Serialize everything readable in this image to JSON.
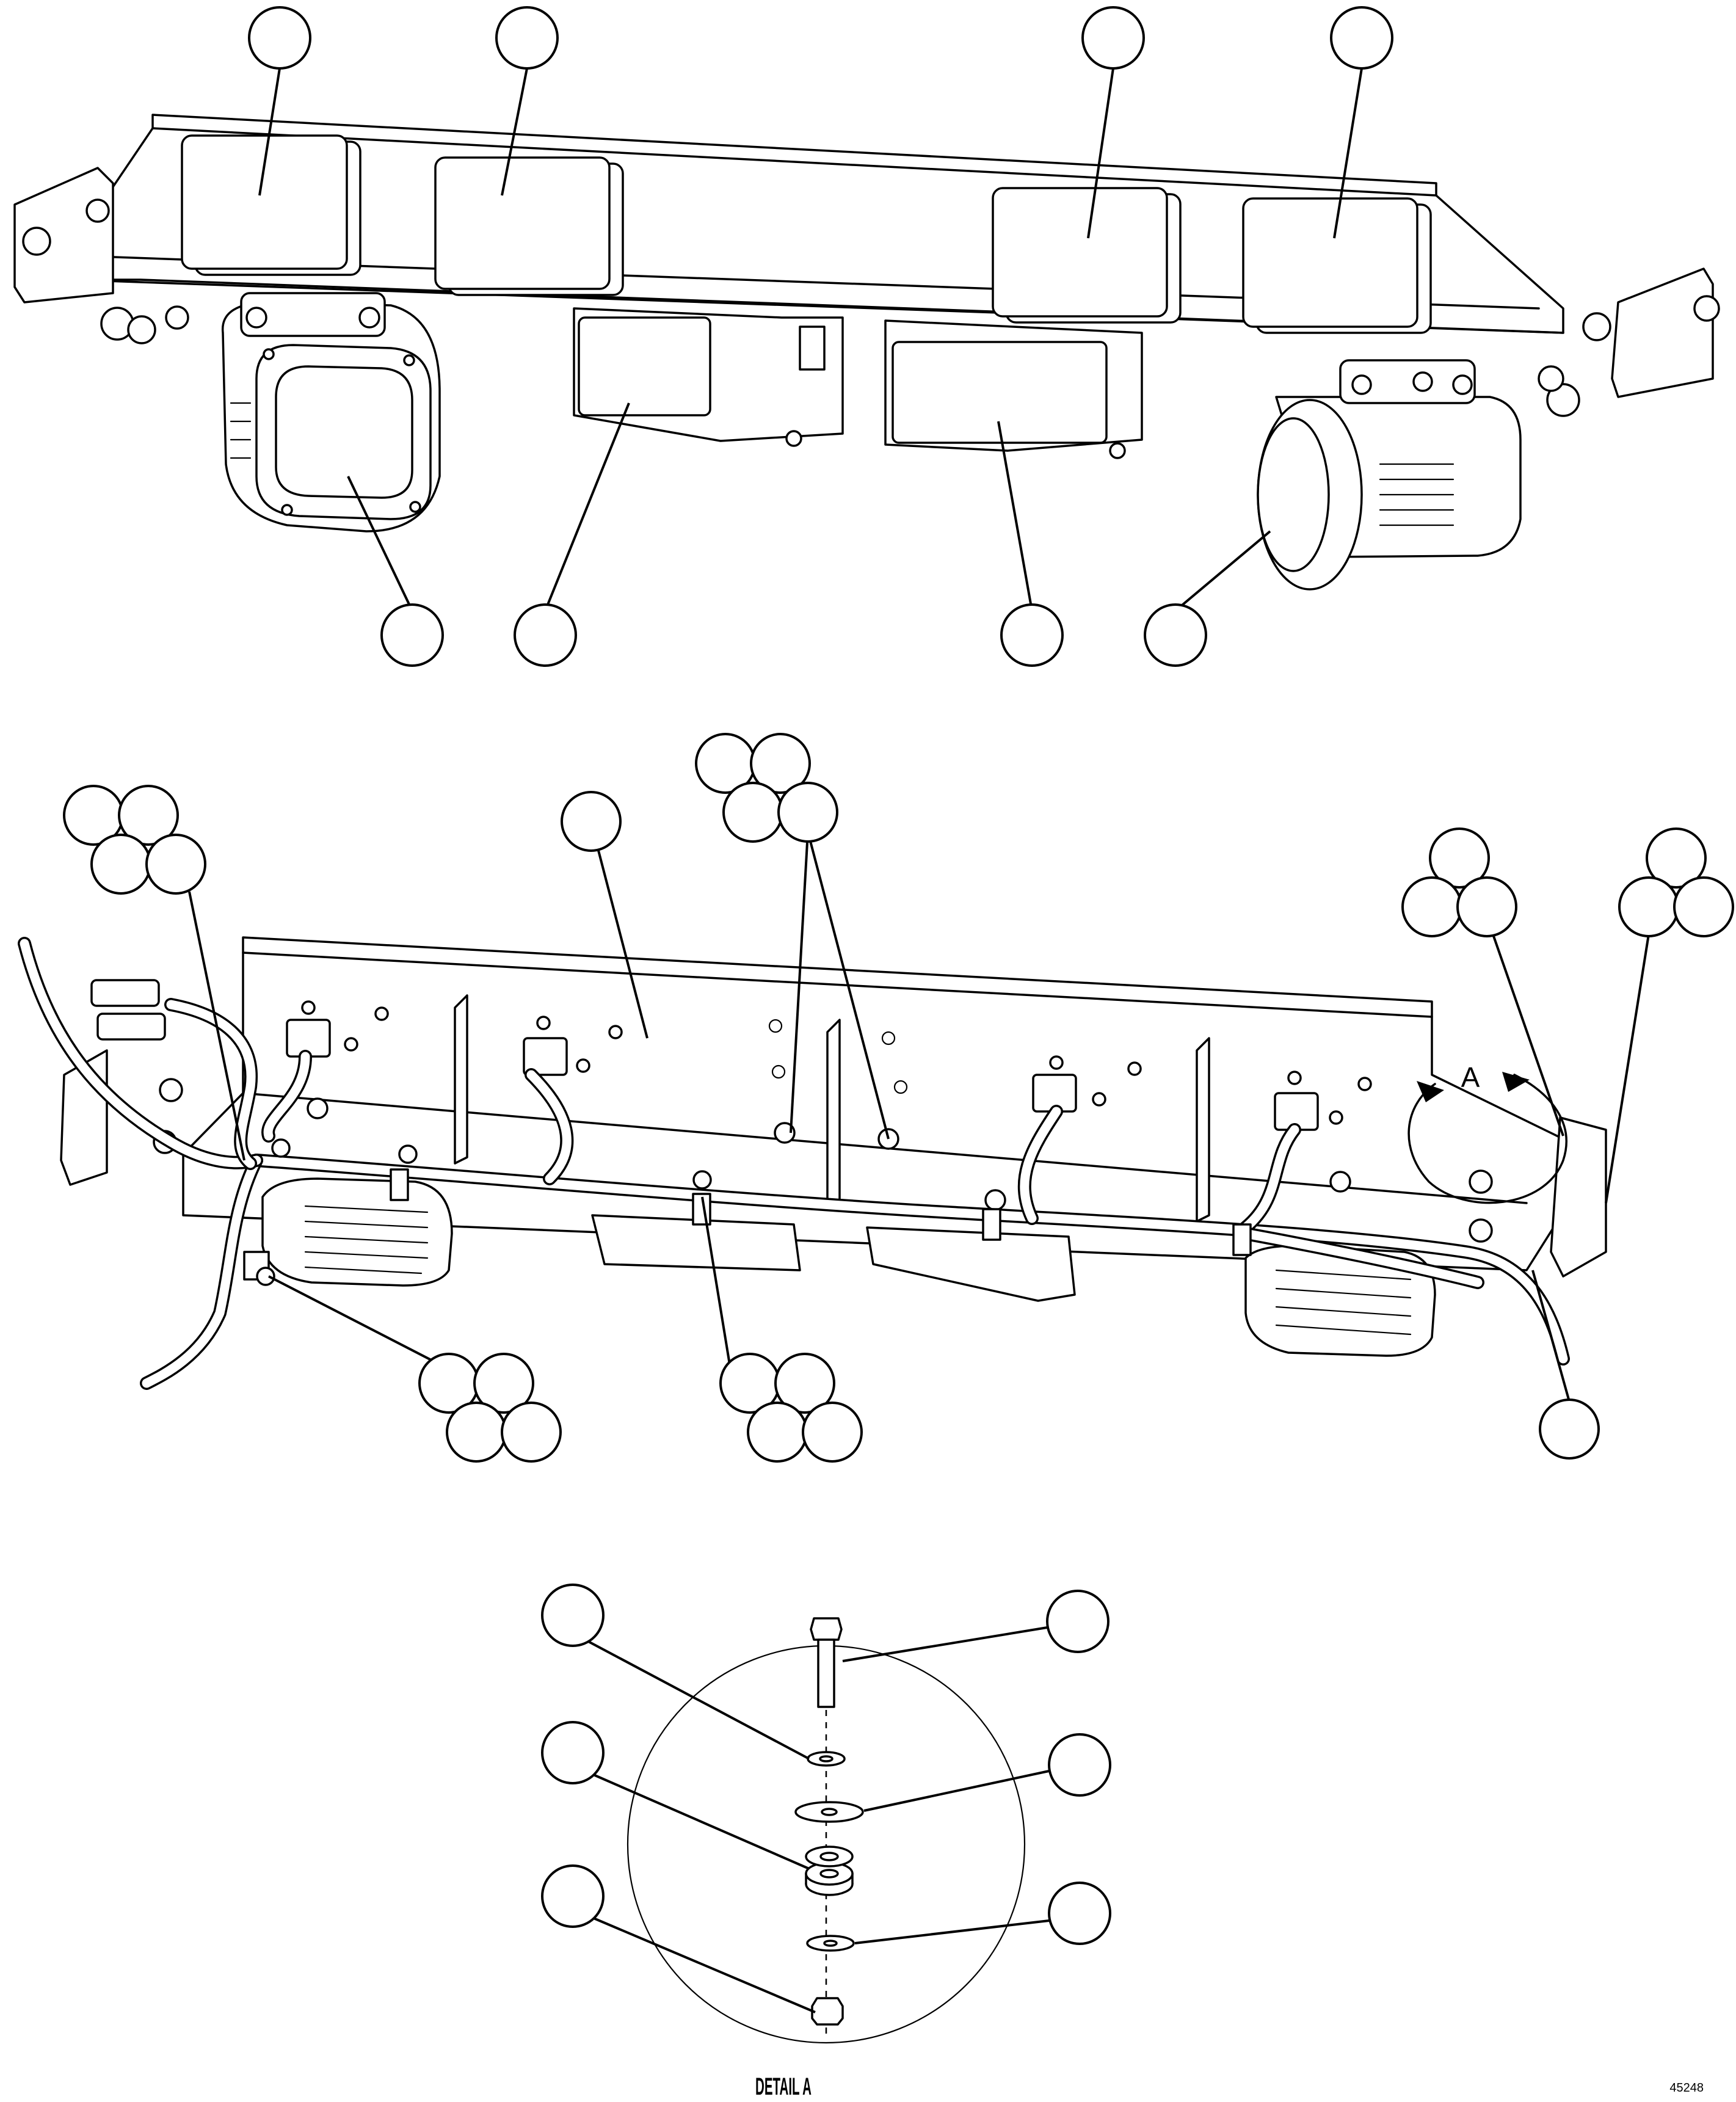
{
  "detail_view_label": "A",
  "detail_caption": "DETAIL A",
  "drawing_code": "45248",
  "colors": {
    "line": "#000000",
    "background": "#ffffff"
  }
}
